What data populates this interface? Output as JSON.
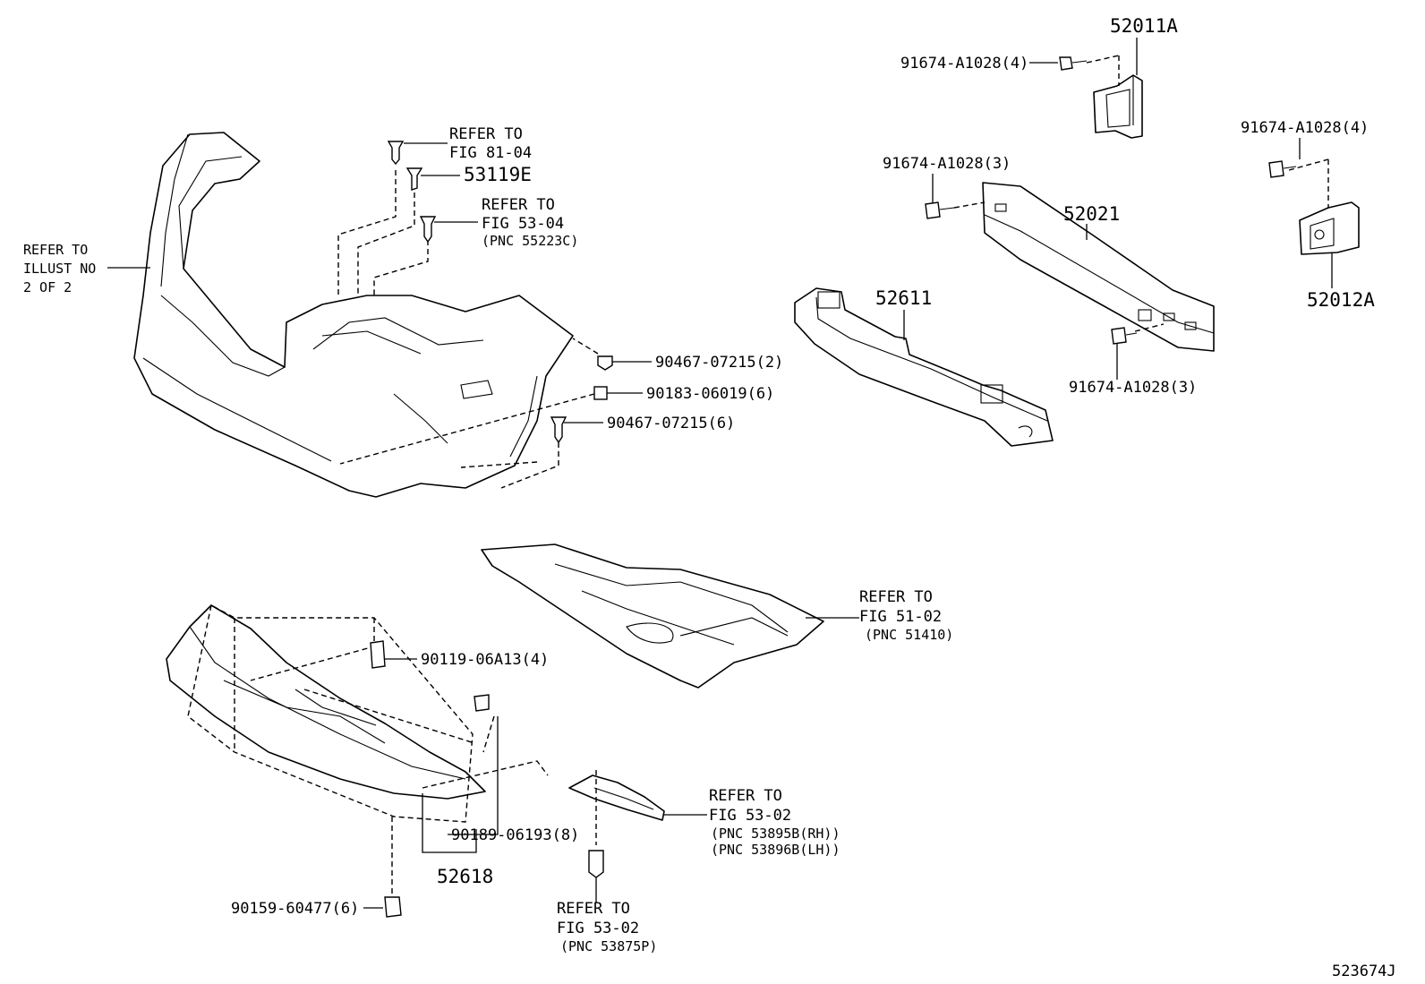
{
  "diagram": {
    "drawing_number": "523674J",
    "labels": {
      "refer_illust": [
        "REFER TO",
        "ILLUST NO",
        "2 OF 2"
      ],
      "refer_81_04": [
        "REFER TO",
        "FIG 81-04"
      ],
      "p53119E": "53119E",
      "refer_53_04": [
        "REFER TO",
        "FIG 53-04",
        "(PNC 55223C)"
      ],
      "p90467_2": "90467-07215(2)",
      "p90183": "90183-06019(6)",
      "p90467_6": "90467-07215(6)",
      "p52011A": "52011A",
      "p91674_top": "91674-A1028(4)",
      "p91674_right": "91674-A1028(4)",
      "p91674_mid": "91674-A1028(3)",
      "p52021": "52021",
      "p52012A": "52012A",
      "p52611": "52611",
      "p91674_low": "91674-A1028(3)",
      "refer_51_02": [
        "REFER TO",
        "FIG 51-02",
        "(PNC 51410)"
      ],
      "p90119": "90119-06A13(4)",
      "p90189": "90189-06193(8)",
      "p52618": "52618",
      "p90159": "90159-60477(6)",
      "refer_53_02_a": [
        "REFER TO",
        "FIG 53-02",
        "(PNC 53895B(RH))",
        "(PNC 53896B(LH))"
      ],
      "refer_53_02_b": [
        "REFER TO",
        "FIG 53-02",
        "(PNC 53875P)"
      ]
    }
  }
}
